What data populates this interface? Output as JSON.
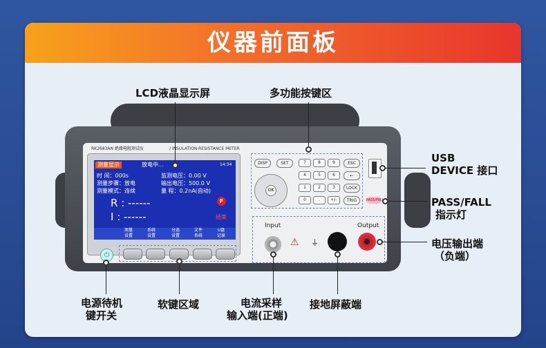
{
  "banner": {
    "title": "仪器前面板"
  },
  "callouts": {
    "lcd": "LCD液晶显示屏",
    "keypad": "多功能按键区",
    "usb_1": "USB",
    "usb_2": "DEVICE 接口",
    "pass_1": "PASS/FALL",
    "pass_2": "指示灯",
    "output_1": "电压输出端",
    "output_2": "（负端）",
    "power_1": "电源待机",
    "power_2": "键开关",
    "soft": "软键区域",
    "current_1": "电流采样",
    "current_2": "输入端(正端)",
    "ground": "接地屏蔽端"
  },
  "device": {
    "model": "RK2683AN 绝缘电阻测试仪",
    "subtitle": "/ INSULATION RESISTANCE METER",
    "lcd": {
      "tab": "测量显示",
      "status": "放电中...",
      "time": "14:34",
      "row1_l": "时    间：000s",
      "row1_r": "监测电压：0.00   V",
      "row2_l": "测量步骤：放电",
      "row2_r": "输出电压：500.0  V",
      "row3_l": "测量模式：连续",
      "row3_r": "量      程：0.2nA(自动)",
      "r_label": "R :  ------",
      "i_label": "I  :  ------",
      "f_badge": "F",
      "end_badge": "结束",
      "soft": [
        "测量\n设置",
        "系统\n设置",
        "分选\n设置",
        "文件\n系统",
        "U盘\n记录"
      ]
    },
    "keys": {
      "disp": "DISP",
      "set": "SET",
      "esc": "ESC",
      "ok": "OK",
      "lock": "LOCK",
      "trig": "TRIG",
      "digits": [
        "7",
        "8",
        "9",
        "4",
        "5",
        "6",
        "1",
        "2",
        "3",
        "0",
        ".",
        "+/-"
      ],
      "back": "←"
    },
    "io": {
      "input": "Input",
      "output": "Output"
    },
    "pass_led": "PASS/FALL"
  }
}
